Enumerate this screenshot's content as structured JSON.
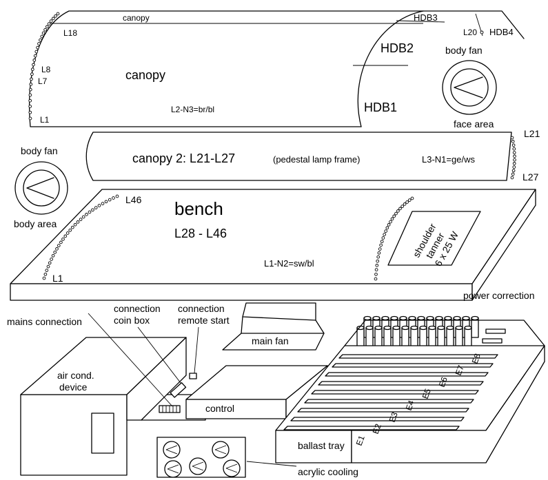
{
  "canopy": {
    "top_label": "canopy",
    "main_label": "canopy",
    "lamp_top": "L18",
    "lamp_8": "L8",
    "lamp_7": "L7",
    "lamp_1": "L1",
    "wiring": "L2-N3=br/bl",
    "hdb1": "HDB1",
    "hdb2": "HDB2",
    "hdb3": "HDB3",
    "hdb4": "HDB4",
    "lamp_20": "L20",
    "fan_label": "body fan",
    "face_area": "face area"
  },
  "canopy2": {
    "label": "canopy 2: L21-L27",
    "note": "(pedestal lamp frame)",
    "wiring": "L3-N1=ge/ws",
    "lamp_first": "L21",
    "lamp_last": "L27"
  },
  "left_fan": {
    "label": "body fan",
    "area": "body area"
  },
  "bench": {
    "title": "bench",
    "range": "L28 - L46",
    "lamp_top": "L46",
    "lamp_bottom": "L1",
    "wiring": "L1-N2=sw/bl",
    "shoulder_line1": "shoulder",
    "shoulder_line2": "tanner",
    "shoulder_line3": "6 x 25 W"
  },
  "machine": {
    "mains": "mains connection",
    "coin_line1": "connection",
    "coin_line2": "coin box",
    "remote_line1": "connection",
    "remote_line2": "remote start",
    "main_fan": "main fan",
    "power_correction": "power correction",
    "aircond_line1": "air cond.",
    "aircond_line2": "device",
    "control": "control",
    "ballast": "ballast tray",
    "acrylic": "acrylic cooling",
    "e_labels": [
      "E1",
      "E2",
      "E3",
      "E4",
      "E5",
      "E6",
      "E7",
      "E8"
    ]
  }
}
